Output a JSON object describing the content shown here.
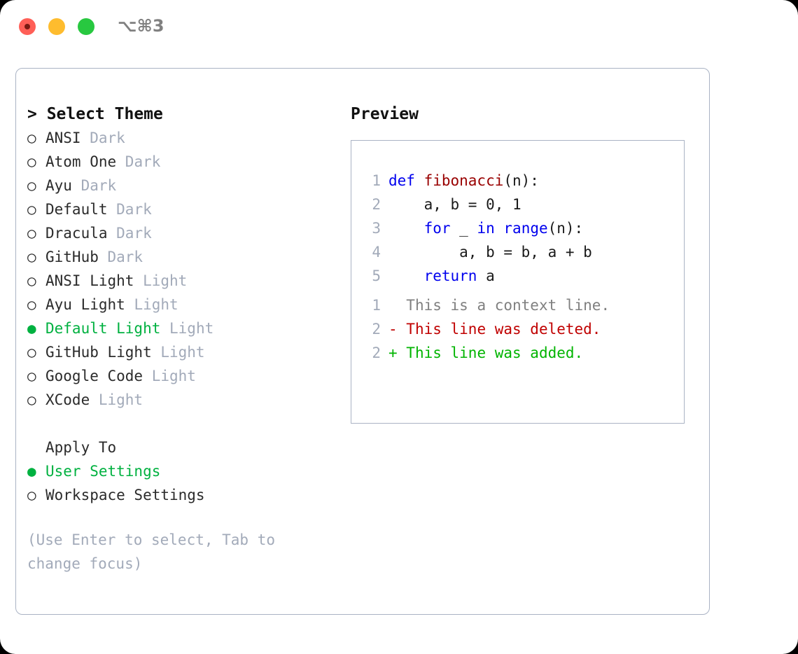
{
  "titlebar": {
    "shortcut": "⌥⌘3",
    "lights": [
      {
        "name": "close",
        "color": "#ff5f57"
      },
      {
        "name": "minimize",
        "color": "#febc2e"
      },
      {
        "name": "maximize",
        "color": "#28c840"
      }
    ]
  },
  "theme_list": {
    "header": "> Select Theme",
    "items": [
      {
        "marker": "○",
        "name": "ANSI",
        "kind": "Dark",
        "selected": false
      },
      {
        "marker": "○",
        "name": "Atom One",
        "kind": "Dark",
        "selected": false
      },
      {
        "marker": "○",
        "name": "Ayu",
        "kind": "Dark",
        "selected": false
      },
      {
        "marker": "○",
        "name": "Default",
        "kind": "Dark",
        "selected": false
      },
      {
        "marker": "○",
        "name": "Dracula",
        "kind": "Dark",
        "selected": false
      },
      {
        "marker": "○",
        "name": "GitHub",
        "kind": "Dark",
        "selected": false
      },
      {
        "marker": "○",
        "name": "ANSI Light",
        "kind": "Light",
        "selected": false
      },
      {
        "marker": "○",
        "name": "Ayu Light",
        "kind": "Light",
        "selected": false
      },
      {
        "marker": "●",
        "name": "Default Light",
        "kind": "Light",
        "selected": true
      },
      {
        "marker": "○",
        "name": "GitHub Light",
        "kind": "Light",
        "selected": false
      },
      {
        "marker": "○",
        "name": "Google Code",
        "kind": "Light",
        "selected": false
      },
      {
        "marker": "○",
        "name": "XCode",
        "kind": "Light",
        "selected": false
      }
    ]
  },
  "apply_to": {
    "label": "Apply To",
    "items": [
      {
        "marker": "●",
        "name": "User Settings",
        "selected": true
      },
      {
        "marker": "○",
        "name": "Workspace Settings",
        "selected": false
      }
    ]
  },
  "hint": "(Use Enter to select, Tab to change focus)",
  "preview": {
    "title": "Preview",
    "code_lines": [
      {
        "num": "1",
        "tokens": [
          {
            "t": "def ",
            "c": "kw"
          },
          {
            "t": "fibonacci",
            "c": "fn"
          },
          {
            "t": "(n):",
            "c": "plain"
          }
        ]
      },
      {
        "num": "2",
        "tokens": [
          {
            "t": "    a, b = 0, 1",
            "c": "plain"
          }
        ]
      },
      {
        "num": "3",
        "tokens": [
          {
            "t": "    ",
            "c": "plain"
          },
          {
            "t": "for",
            "c": "kw"
          },
          {
            "t": " _ ",
            "c": "plain"
          },
          {
            "t": "in",
            "c": "kw"
          },
          {
            "t": " ",
            "c": "plain"
          },
          {
            "t": "range",
            "c": "kw"
          },
          {
            "t": "(n):",
            "c": "plain"
          }
        ]
      },
      {
        "num": "4",
        "tokens": [
          {
            "t": "        a, b = b, a + b",
            "c": "plain"
          }
        ]
      },
      {
        "num": "5",
        "tokens": [
          {
            "t": "    ",
            "c": "plain"
          },
          {
            "t": "return",
            "c": "kw"
          },
          {
            "t": " a",
            "c": "plain"
          }
        ]
      }
    ],
    "diff_lines": [
      {
        "num": "1",
        "sign": " ",
        "text": " This is a context line.",
        "kind": "d-ctx"
      },
      {
        "num": "2",
        "sign": "-",
        "text": " This line was deleted.",
        "kind": "d-del"
      },
      {
        "num": "2",
        "sign": "+",
        "text": " This line was added.",
        "kind": "d-add"
      }
    ]
  },
  "colors": {
    "selected_green": "#00b140",
    "muted_gray": "#a2aab9",
    "keyword_blue": "#0000ee",
    "function_red": "#990000",
    "diff_added": "#00b400",
    "diff_deleted": "#c00000",
    "border": "#aab3c4"
  }
}
